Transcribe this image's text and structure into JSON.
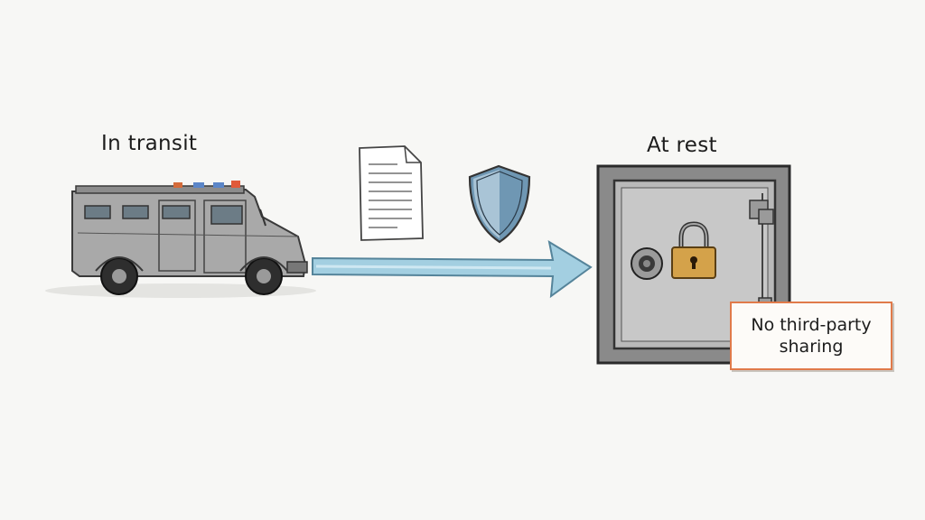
{
  "labels": {
    "in_transit": "In transit",
    "at_rest": "At rest"
  },
  "note": {
    "line1": "No third-party",
    "line2": "sharing"
  },
  "icons": {
    "vehicle": "armored-truck-icon",
    "document": "document-icon",
    "shield": "shield-icon",
    "arrow": "arrow-right-icon",
    "safe": "safe-icon",
    "padlock": "padlock-icon",
    "dial": "safe-dial-icon"
  },
  "colors": {
    "arrow": "#8fc3d8",
    "shield": "#6f97b3",
    "padlock": "#d4a24a",
    "note_border": "#e07a4a",
    "van_lights_red": "#e05a3a",
    "van_lights_blue": "#5b86c8"
  }
}
